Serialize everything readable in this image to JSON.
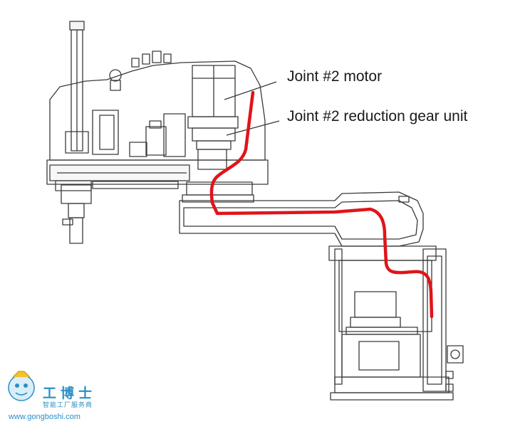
{
  "callouts": {
    "motor": "Joint #2 motor",
    "gear": "Joint #2 reduction gear unit"
  },
  "watermark": {
    "brand": "工博士",
    "tagline": "智能工厂服务商",
    "url": "www.gongboshi.com"
  },
  "colors": {
    "line_art": "#3a3a3a",
    "cable_route": "#e0141a",
    "watermark": "#2a8fc8"
  }
}
